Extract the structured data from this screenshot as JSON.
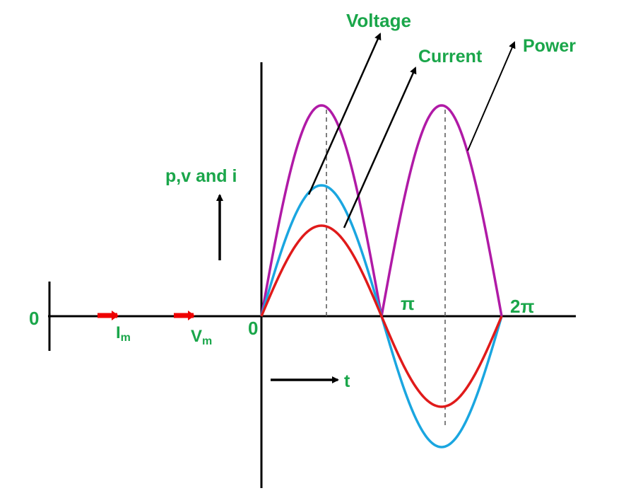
{
  "labels": {
    "voltage": "Voltage",
    "current": "Current",
    "power": "Power",
    "y_axis": "p,v and i",
    "t_axis": "t",
    "pi": "π",
    "two_pi": "2π",
    "origin": "0",
    "phasor_origin": "0",
    "im_base": "I",
    "im_sub": "m",
    "vm_base": "V",
    "vm_sub": "m"
  },
  "colors": {
    "label_green": "#1aa64a",
    "voltage": "#1aa6e0",
    "current": "#e01a1a",
    "power": "#b01aa6",
    "axes": "#000000",
    "phasor_arrow": "#ee0000"
  }
}
